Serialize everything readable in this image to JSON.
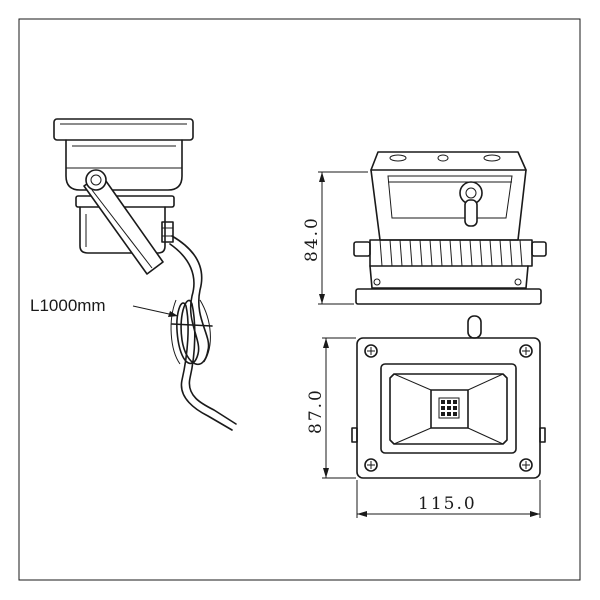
{
  "side_view": {
    "cable_length_label": "L1000mm"
  },
  "front_view": {
    "height_dimension": "84.0"
  },
  "rear_view": {
    "height_dimension": "87.0",
    "width_dimension": "115.0"
  }
}
